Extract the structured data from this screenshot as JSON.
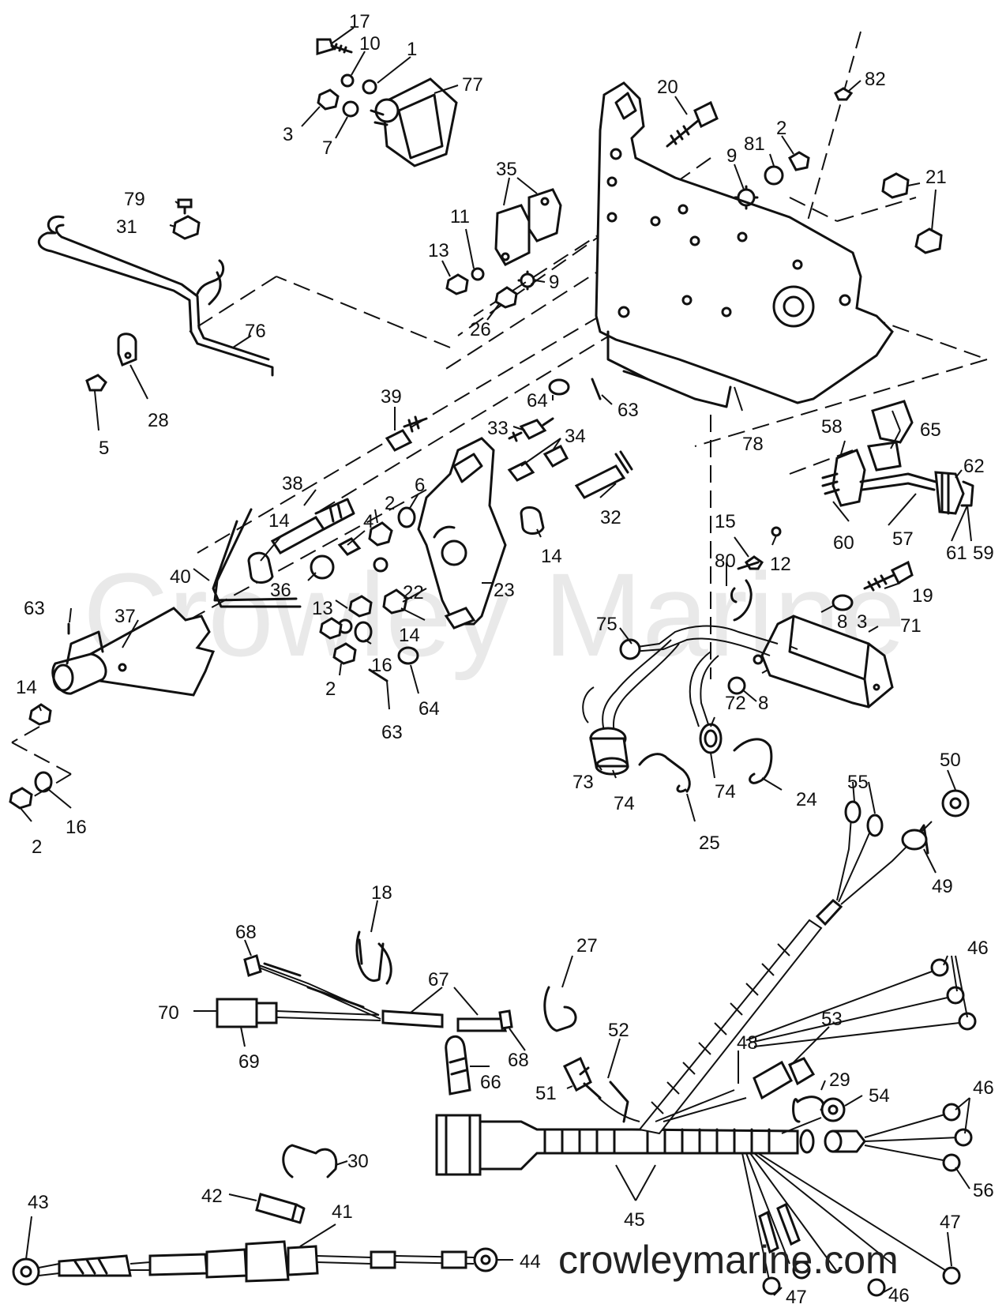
{
  "watermark": {
    "big": "Crowley Marine",
    "url": "crowleymarine.com"
  },
  "callouts": {
    "c17": "17",
    "c10": "10",
    "c1": "1",
    "c77": "77",
    "c3": "3",
    "c7": "7",
    "c20": "20",
    "c82": "82",
    "c2a": "2",
    "c81": "81",
    "c9a": "9",
    "c21": "21",
    "c79": "79",
    "c31": "31",
    "c35": "35",
    "c11": "11",
    "c13a": "13",
    "c9b": "9",
    "c26": "26",
    "c76": "76",
    "c28": "28",
    "c5": "5",
    "c39": "39",
    "c64a": "64",
    "c63a": "63",
    "c33": "33",
    "c34": "34",
    "c78": "78",
    "c58": "58",
    "c65": "65",
    "c62": "62",
    "c38": "38",
    "c14a": "14",
    "c2b": "2",
    "c6": "6",
    "c4": "4",
    "c32": "32",
    "c14b": "14",
    "c15": "15",
    "c12": "12",
    "c60": "60",
    "c57": "57",
    "c61": "61",
    "c59": "59",
    "c40": "40",
    "c36": "36",
    "c22": "22",
    "c23": "23",
    "c13b": "13",
    "c80": "80",
    "c19": "19",
    "c63b": "63",
    "c37": "37",
    "c14c": "14",
    "c16a": "16",
    "c2c": "2",
    "c64b": "64",
    "c75": "75",
    "c8a": "8",
    "c3b": "3",
    "c71": "71",
    "c14d": "14",
    "c8b": "8",
    "c63c": "63",
    "c72": "72",
    "c2d": "2",
    "c16b": "16",
    "c73": "73",
    "c74a": "74",
    "c74b": "74",
    "c24": "24",
    "c25": "25",
    "c50": "50",
    "c55": "55",
    "c49": "49",
    "c18": "18",
    "c68a": "68",
    "c27": "27",
    "c67": "67",
    "c46a": "46",
    "c70": "70",
    "c69": "69",
    "c68b": "68",
    "c52": "52",
    "c53": "53",
    "c48": "48",
    "c29": "29",
    "c66": "66",
    "c51": "51",
    "c54": "54",
    "c46b": "46",
    "c45": "45",
    "c30": "30",
    "c56": "56",
    "c42": "42",
    "c43": "43",
    "c41": "41",
    "c44": "44",
    "c47a": "47",
    "c47b": "47",
    "c46c": "46"
  }
}
